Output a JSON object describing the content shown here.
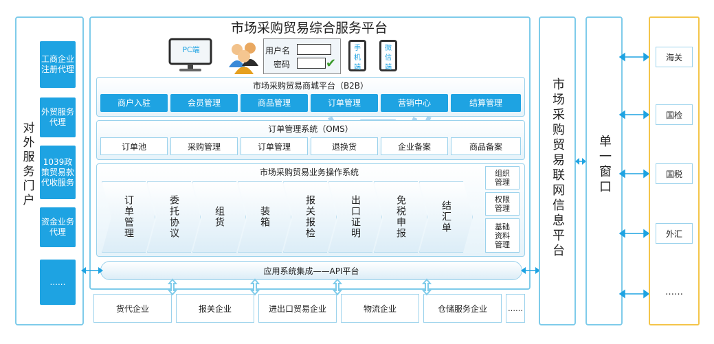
{
  "left_portal": {
    "title": "对外服务门户",
    "items": [
      "工商企业注册代理",
      "外贸服务代理",
      "1039政策贸易款代收服务",
      "资金业务代理",
      "......"
    ]
  },
  "platform": {
    "title": "市场采购贸易综合服务平台",
    "pc_label": "PC端",
    "username_label": "用户名",
    "password_label": "密码",
    "mobile_label": "手机端",
    "wechat_label": "微信端"
  },
  "b2b": {
    "title": "市场采购贸易商城平台（B2B）",
    "items": [
      "商户入驻",
      "会员管理",
      "商品管理",
      "订单管理",
      "营销中心",
      "结算管理"
    ]
  },
  "oms": {
    "title": "订单管理系统（OMS）",
    "items": [
      "订单池",
      "采购管理",
      "订单管理",
      "退换货",
      "企业备案",
      "商品备案"
    ]
  },
  "ops": {
    "title": "市场采购贸易业务操作系统",
    "steps": [
      "订单管理",
      "委托协议",
      "组货",
      "装箱",
      "报关报检",
      "出口证明",
      "免税申报",
      "结汇单"
    ],
    "side": [
      "组织管理",
      "权限管理",
      "基础资料管理"
    ]
  },
  "api": {
    "label": "应用系统集成——API平台"
  },
  "bottom": [
    "货代企业",
    "报关企业",
    "进出口贸易企业",
    "物流企业",
    "仓储服务企业",
    "……"
  ],
  "network": {
    "title": "市场采购贸易联网信息平台"
  },
  "single_window": {
    "title": "单一窗口"
  },
  "gov": [
    "海关",
    "国检",
    "国税",
    "外汇",
    "……"
  ],
  "watermark": {
    "text": "四方网络"
  }
}
